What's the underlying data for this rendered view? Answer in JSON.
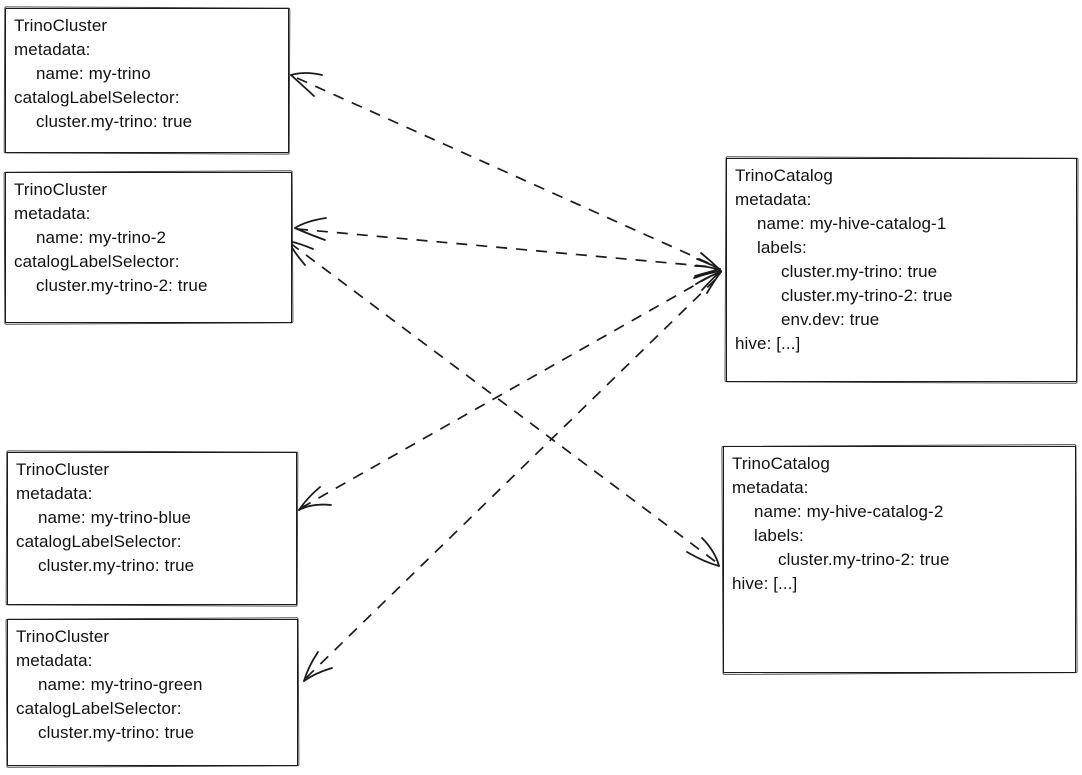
{
  "diagram": {
    "description": "TrinoCluster to TrinoCatalog label-selector matching diagram",
    "colors": {
      "ink": "#1b1b1b",
      "text": "#111111",
      "background": "#ffffff"
    },
    "boxes": [
      {
        "id": "trinocluster-my-trino",
        "lines": [
          {
            "text": "TrinoCluster",
            "indent": 0
          },
          {
            "text": "metadata:",
            "indent": 0
          },
          {
            "text": "name: my-trino",
            "indent": 1
          },
          {
            "text": "catalogLabelSelector:",
            "indent": 0
          },
          {
            "text": "cluster.my-trino: true",
            "indent": 1
          }
        ]
      },
      {
        "id": "trinocluster-my-trino-2",
        "lines": [
          {
            "text": "TrinoCluster",
            "indent": 0
          },
          {
            "text": "metadata:",
            "indent": 0
          },
          {
            "text": "name: my-trino-2",
            "indent": 1
          },
          {
            "text": "catalogLabelSelector:",
            "indent": 0
          },
          {
            "text": "cluster.my-trino-2: true",
            "indent": 1
          }
        ]
      },
      {
        "id": "trinocluster-my-trino-blue",
        "lines": [
          {
            "text": "TrinoCluster",
            "indent": 0
          },
          {
            "text": "metadata:",
            "indent": 0
          },
          {
            "text": "name: my-trino-blue",
            "indent": 1
          },
          {
            "text": "catalogLabelSelector:",
            "indent": 0
          },
          {
            "text": "cluster.my-trino: true",
            "indent": 1
          }
        ]
      },
      {
        "id": "trinocluster-my-trino-green",
        "lines": [
          {
            "text": "TrinoCluster",
            "indent": 0
          },
          {
            "text": "metadata:",
            "indent": 0
          },
          {
            "text": "name: my-trino-green",
            "indent": 1
          },
          {
            "text": "catalogLabelSelector:",
            "indent": 0
          },
          {
            "text": "cluster.my-trino: true",
            "indent": 1
          }
        ]
      },
      {
        "id": "trinocatalog-my-hive-catalog-1",
        "lines": [
          {
            "text": "TrinoCatalog",
            "indent": 0
          },
          {
            "text": "metadata:",
            "indent": 0
          },
          {
            "text": "name: my-hive-catalog-1",
            "indent": 1
          },
          {
            "text": "labels:",
            "indent": 1
          },
          {
            "text": "cluster.my-trino: true",
            "indent": 2
          },
          {
            "text": "cluster.my-trino-2: true",
            "indent": 2
          },
          {
            "text": "env.dev: true",
            "indent": 2
          },
          {
            "text": "hive: [...]",
            "indent": 0
          }
        ]
      },
      {
        "id": "trinocatalog-my-hive-catalog-2",
        "lines": [
          {
            "text": "TrinoCatalog",
            "indent": 0
          },
          {
            "text": "metadata:",
            "indent": 0
          },
          {
            "text": "name: my-hive-catalog-2",
            "indent": 1
          },
          {
            "text": "labels:",
            "indent": 1
          },
          {
            "text": "cluster.my-trino-2: true",
            "indent": 2
          },
          {
            "text": "hive: [...]",
            "indent": 0
          }
        ]
      }
    ],
    "edges": [
      {
        "from": "trinocluster-my-trino",
        "to": "trinocatalog-my-hive-catalog-1",
        "style": "dashed",
        "arrowheads": "both"
      },
      {
        "from": "trinocluster-my-trino-2",
        "to": "trinocatalog-my-hive-catalog-1",
        "style": "dashed",
        "arrowheads": "both"
      },
      {
        "from": "trinocluster-my-trino-blue",
        "to": "trinocatalog-my-hive-catalog-1",
        "style": "dashed",
        "arrowheads": "both"
      },
      {
        "from": "trinocluster-my-trino-green",
        "to": "trinocatalog-my-hive-catalog-1",
        "style": "dashed",
        "arrowheads": "both"
      },
      {
        "from": "trinocluster-my-trino-2",
        "to": "trinocatalog-my-hive-catalog-2",
        "style": "dashed",
        "arrowheads": "both"
      }
    ]
  }
}
